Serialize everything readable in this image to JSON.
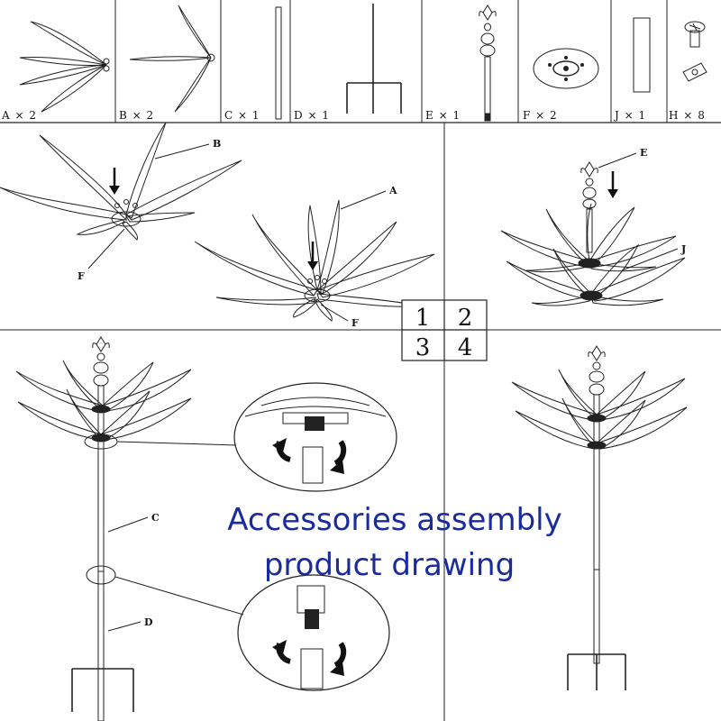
{
  "parts": [
    {
      "letter": "A",
      "qty": "2"
    },
    {
      "letter": "B",
      "qty": "2"
    },
    {
      "letter": "C",
      "qty": "1"
    },
    {
      "letter": "D",
      "qty": "1"
    },
    {
      "letter": "E",
      "qty": "1"
    },
    {
      "letter": "F",
      "qty": "2"
    },
    {
      "letter": "J",
      "qty": "1"
    },
    {
      "letter": "H",
      "qty": "8"
    }
  ],
  "times_symbol": "×",
  "callouts": {
    "step1_b": "B",
    "step1_f1": "F",
    "step1_a": "A",
    "step1_f2": "F",
    "step2_e": "E",
    "step2_j": "J",
    "step3_c": "C",
    "step3_d": "D"
  },
  "steps": [
    "1",
    "2",
    "3",
    "4"
  ],
  "caption": {
    "line1": "Accessories assembly",
    "line2": "product drawing",
    "color": "#1a2c9c"
  },
  "colors": {
    "line": "#222222",
    "arrow": "#111111"
  }
}
